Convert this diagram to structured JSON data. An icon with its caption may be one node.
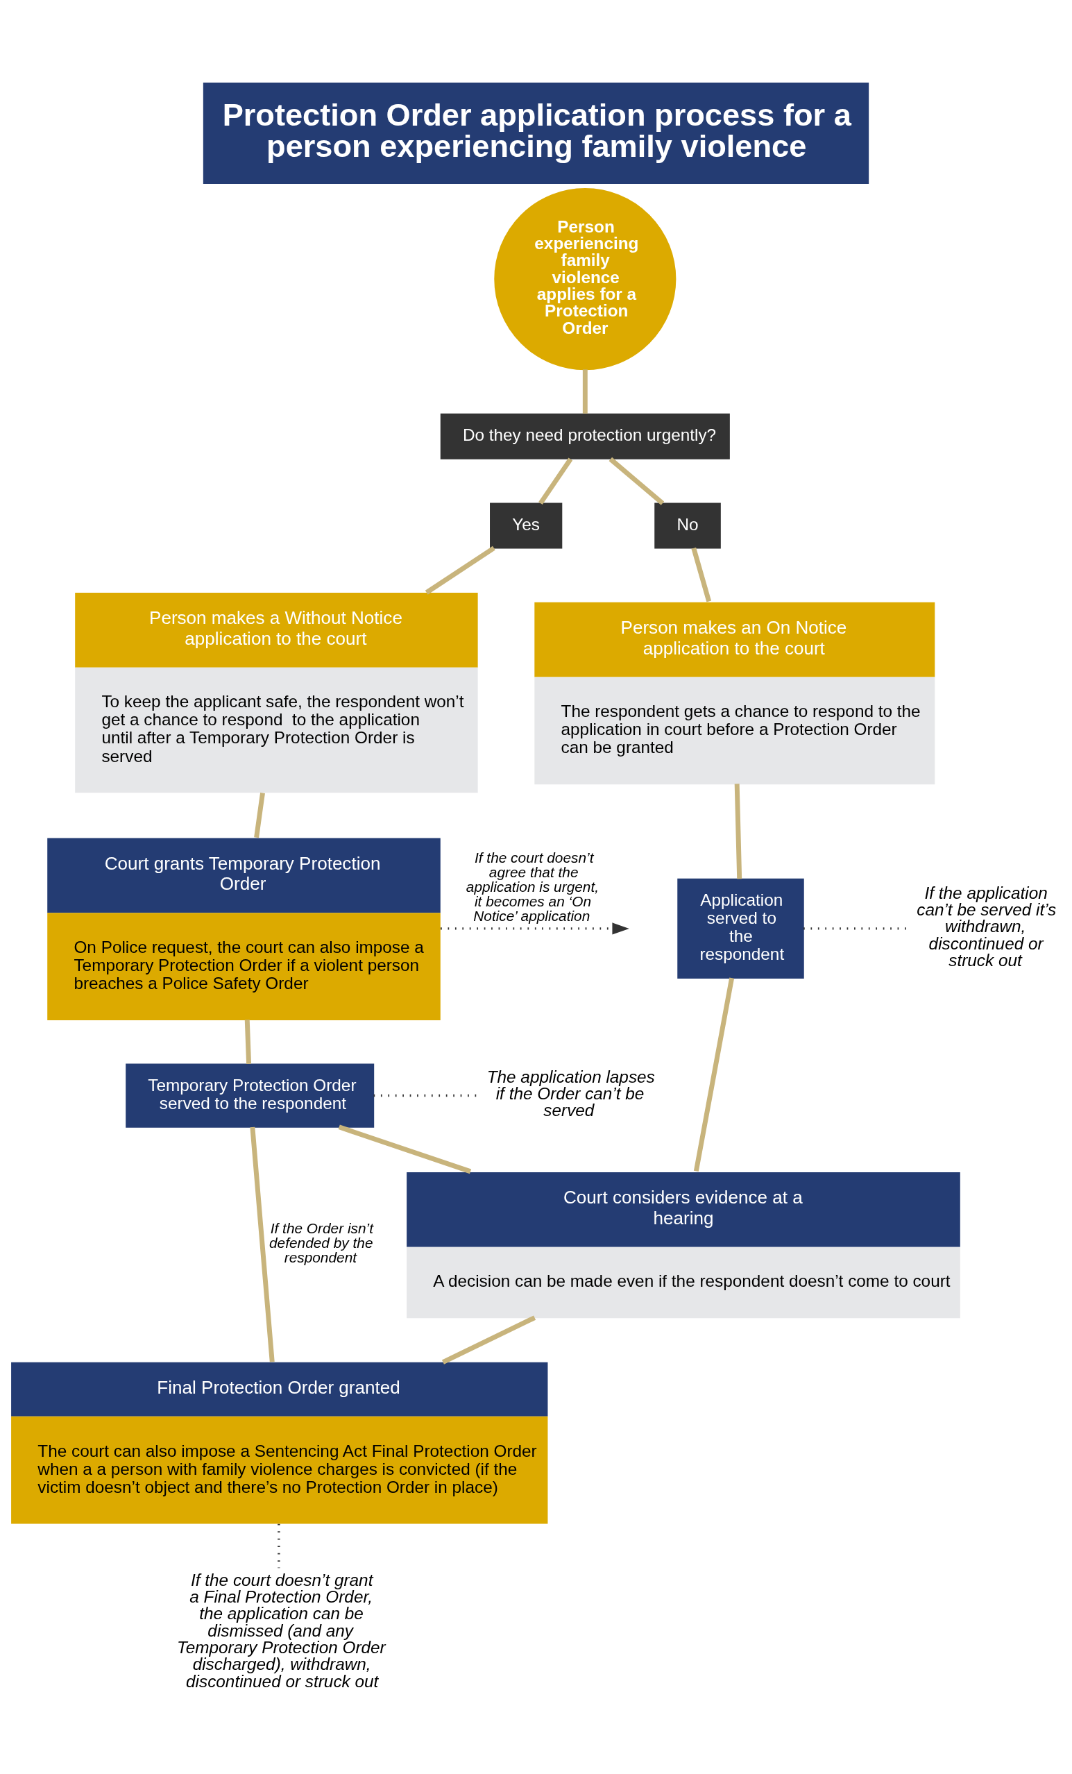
{
  "diagram": {
    "title": "Protection Order application process for a person experiencing family violence",
    "nodes": [
      {
        "text": [
          "Person experiencing family violence applies for a Protection Order"
        ]
      },
      {
        "text": [
          "Do they need protection urgently?"
        ]
      },
      {
        "text": [
          "Yes"
        ]
      },
      {
        "text": [
          "No"
        ]
      },
      {
        "text": [
          "Person makes a Without Notice application to the court",
          "To keep the applicant safe, the respondent won’t get a chance to respond  to the application until after a Temporary Protection Order is served"
        ]
      },
      {
        "text": [
          "Person makes an On Notice application to the court",
          "The respondent gets a chance to respond to the application in court before a Protection Order can be granted"
        ]
      },
      {
        "text": [
          "Court grants Temporary Protection Order",
          "On Police request, the court can also impose a Temporary Protection Order if a violent person breaches a Police Safety Order"
        ]
      },
      {
        "text": [
          "Application served to the respondent"
        ]
      },
      {
        "text": [
          "If the application can’t be served it’s withdrawn, discontinued or struck out"
        ]
      },
      {
        "text": [
          "Temporary Protection Order served to the respondent"
        ]
      },
      {
        "text": [
          "The application lapses if the Order can’t be served"
        ]
      },
      {
        "text": [
          "Court considers evidence at a hearing",
          "A decision can be made even if the respondent doesn’t come to court"
        ]
      },
      {
        "text": [
          "Final Protection Order granted",
          "The court can also impose a Sentencing Act Final Protection Order when a a person with family violence charges is convicted (if the victim doesn’t object and there’s no Protection Order in place)"
        ]
      },
      {
        "text": [
          "If the court doesn’t grant a Final Protection Order, the application can be dismissed (and any Temporary Protection Order discharged), withdrawn, discontinued or struck out"
        ]
      }
    ],
    "edges": [
      {
        "from": 0,
        "to": 1,
        "arrow": "none"
      },
      {
        "from": 1,
        "to": 2,
        "arrow": "none"
      },
      {
        "from": 1,
        "to": 3,
        "arrow": "none"
      },
      {
        "from": 2,
        "to": 4,
        "arrow": "none"
      },
      {
        "from": 3,
        "to": 5,
        "arrow": "none"
      },
      {
        "from": 4,
        "to": 6,
        "arrow": "none"
      },
      {
        "from": 6,
        "to": null,
        "arrow": "to",
        "style": "dashed",
        "color": "#333333",
        "label": "If the court doesn’t agree that the application is urgent, it becomes an ‘On Notice’ application"
      },
      {
        "from": 5,
        "to": 7,
        "arrow": "none"
      },
      {
        "from": 7,
        "to": 8,
        "arrow": "none",
        "style": "dashed",
        "color": "#333333"
      },
      {
        "from": 6,
        "to": 9,
        "arrow": "none"
      },
      {
        "from": 9,
        "to": 10,
        "arrow": "none",
        "style": "dashed",
        "color": "#333333"
      },
      {
        "from": 9,
        "to": 11,
        "arrow": "none"
      },
      {
        "from": 7,
        "to": 11,
        "arrow": "none"
      },
      {
        "from": 9,
        "to": 12,
        "arrow": "none",
        "label": "If the Order isn’t defended by the respondent"
      },
      {
        "from": 11,
        "to": 12,
        "arrow": "none"
      },
      {
        "from": 12,
        "to": 13,
        "arrow": "none",
        "style": "dashed",
        "color": "#333333"
      }
    ]
  }
}
